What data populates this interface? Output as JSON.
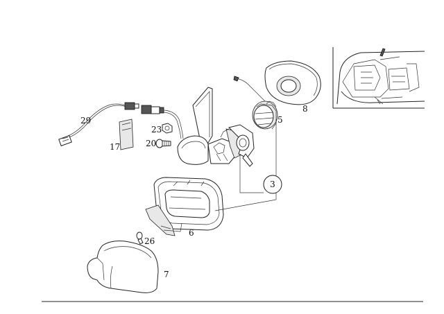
{
  "diagram": {
    "part_labels": [
      {
        "id": "p29",
        "text": "29"
      },
      {
        "id": "p17",
        "text": "17"
      },
      {
        "id": "p23",
        "text": "23"
      },
      {
        "id": "p20",
        "text": "20"
      },
      {
        "id": "p5",
        "text": "5"
      },
      {
        "id": "p8",
        "text": "8"
      },
      {
        "id": "p6",
        "text": "6"
      },
      {
        "id": "p26",
        "text": "26"
      },
      {
        "id": "p7",
        "text": "7"
      }
    ],
    "callout": {
      "text": "3"
    },
    "labels": {
      "p29": "29",
      "p17": "17",
      "p23": "23",
      "p20": "20",
      "p5": "5",
      "p8": "8",
      "p6": "6",
      "p26": "26",
      "p7": "7",
      "c3": "3"
    }
  }
}
